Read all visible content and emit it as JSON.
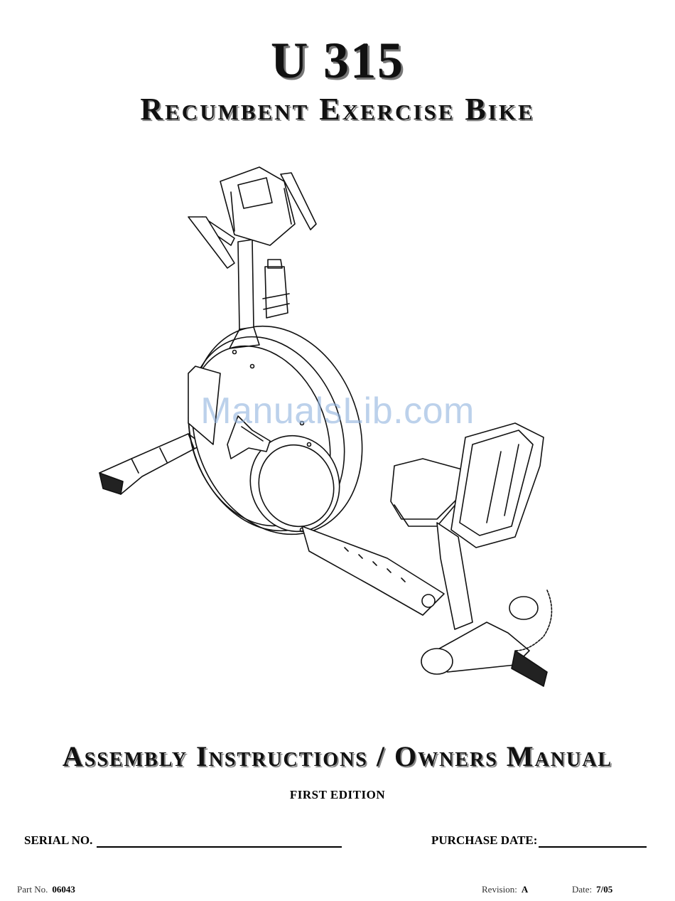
{
  "cover": {
    "model": "U 315",
    "product": "Recumbent Exercise Bike",
    "manual_title": "Assembly Instructions / Owners Manual",
    "edition": "FIRST EDITION"
  },
  "fields": {
    "serial_label": "SERIAL NO.",
    "purchase_label": "PURCHASE DATE:"
  },
  "footer": {
    "part_label": "Part No.",
    "part_value": "06043",
    "revision_label": "Revision:",
    "revision_value": "A",
    "date_label": "Date:",
    "date_value": "7/05"
  },
  "watermark": "ManualsLib.com"
}
